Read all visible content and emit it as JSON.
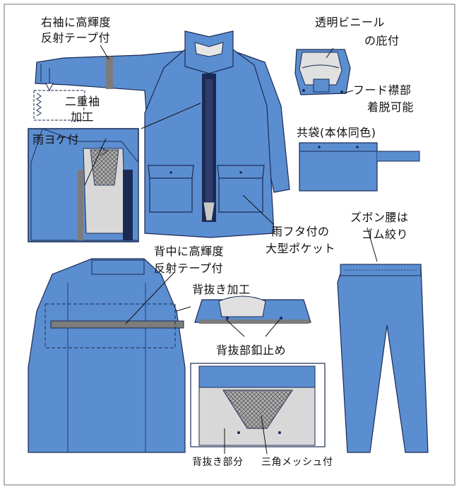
{
  "colors": {
    "cloth": "#5b8ed0",
    "cloth_light": "#7aa6dc",
    "outline": "#1b2a55",
    "reflective": "#7c7c7c",
    "mesh": "#9a9a9a",
    "frame": "#9aa0a8",
    "lining": "#d8d8d8"
  },
  "labels": {
    "sleeve_reflective": [
      "右袖に高輝度",
      "反射テープ付"
    ],
    "double_sleeve": [
      "二重袖",
      "加工"
    ],
    "rain_guard": "雨ヨケ付",
    "clear_visor": [
      "透明ビニール",
      "の庇付"
    ],
    "hood_detach": [
      "フード襟部",
      "着脱可能"
    ],
    "same_bag": "共袋(本体同色)",
    "waist_rubber": [
      "ズボン腰は",
      "ゴム絞り"
    ],
    "flap_pocket": [
      "雨フタ付の",
      "大型ポケット"
    ],
    "back_reflective": [
      "背中に高輝度",
      "反射テープ付"
    ],
    "back_vent": "背抜き加工",
    "back_snap": "背抜部釦止め",
    "back_vent_part": "背抜き部分",
    "triangle_mesh": "三角メッシュ付"
  }
}
